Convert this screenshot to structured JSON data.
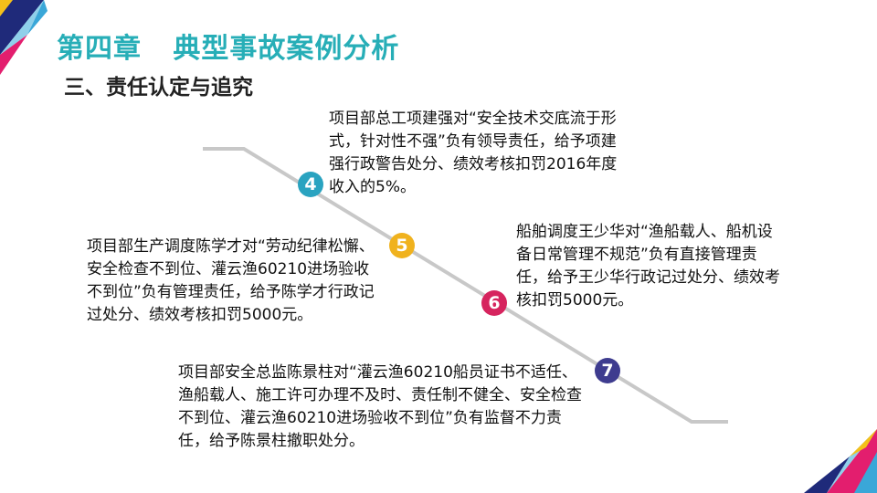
{
  "header": {
    "title": "第四章   典型事故案例分析",
    "subtitle": "三、责任认定与追究"
  },
  "items": [
    {
      "number": "4",
      "color": "#2aa3c0",
      "text": "项目部总工项建强对“安全技术交底流于形式，针对性不强”负有领导责任，给予项建强行政警告处分、绩效考核扣罚2016年度收入的5%。"
    },
    {
      "number": "5",
      "color": "#f0b21e",
      "text": "项目部生产调度陈学才对“劳动纪律松懈、安全检查不到位、灌云渔60210进场验收不到位”负有管理责任，给予陈学才行政记过处分、绩效考核扣罚5000元。"
    },
    {
      "number": "6",
      "color": "#d6245e",
      "text": "船舶调度王少华对“渔船载人、船机设备日常管理不规范”负有直接管理责任，给予王少华行政记过处分、绩效考核扣罚5000元。"
    },
    {
      "number": "7",
      "color": "#3e3c8f",
      "text": "项目部安全总监陈景柱对“灌云渔60210船员证书不适任、渔船载人、施工许可办理不及时、责任制不健全、安全检查不到位、灌云渔60210进场验收不到位”负有监督不力责任，给予陈景柱撤职处分。"
    }
  ]
}
